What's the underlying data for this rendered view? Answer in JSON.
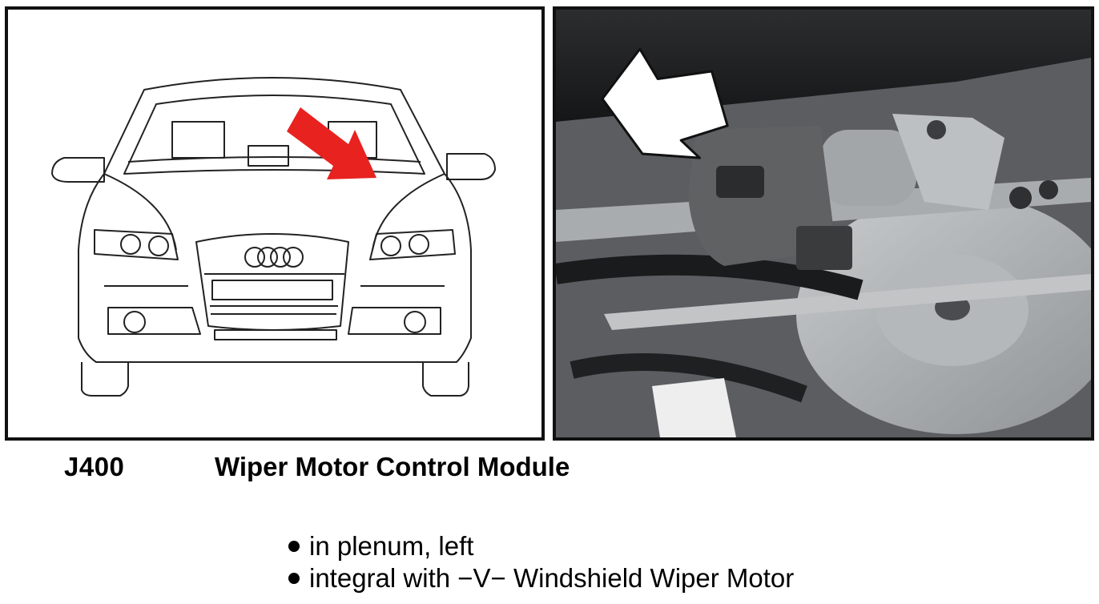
{
  "component": {
    "code": "J400",
    "name": "Wiper Motor Control Module"
  },
  "notes": [
    "in plenum, left",
    "integral with −V− Windshield Wiper Motor"
  ],
  "colors": {
    "arrow": "#e8221f",
    "line": "#222222",
    "frame": "#111111"
  },
  "icons": {
    "left_arrow": "red-arrow-icon",
    "right_arrow": "white-arrow-icon"
  }
}
